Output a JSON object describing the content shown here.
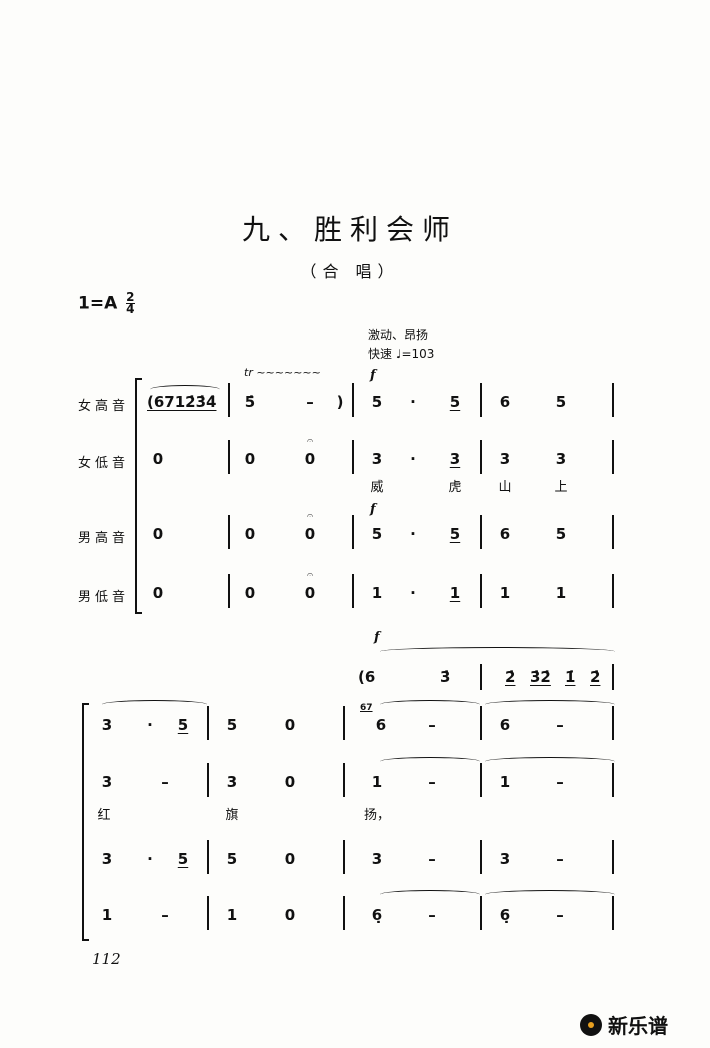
{
  "title": "九、胜利会师",
  "subtitle": "（合 唱）",
  "key": "1=A",
  "time_signature": {
    "top": "2",
    "bottom": "4"
  },
  "tempo": {
    "expression": "激动、昂扬",
    "speed": "快速 ♩=103"
  },
  "dynamic": "f",
  "trill": "tr ~~~~~~~",
  "fermata": "𝄐",
  "systems": [
    {
      "rows": [
        {
          "label": "女高音",
          "notes": [
            {
              "t": "(6712̇3̇4̇",
              "u": true
            },
            {
              "t": "5̇"
            },
            {
              "t": "–"
            },
            {
              "t": ")"
            },
            {
              "t": "5"
            },
            {
              "t": "·"
            },
            {
              "t": "5",
              "u": true
            },
            {
              "t": "6"
            },
            {
              "t": "5"
            }
          ]
        },
        {
          "label": "女低音",
          "notes": [
            {
              "t": "0"
            },
            {
              "t": "0"
            },
            {
              "t": "0"
            },
            {
              "t": "3"
            },
            {
              "t": "·"
            },
            {
              "t": "3",
              "u": true
            },
            {
              "t": "3"
            },
            {
              "t": "3"
            }
          ],
          "lyrics": [
            "威",
            "虎",
            "山",
            "上"
          ]
        },
        {
          "label": "男高音",
          "notes": [
            {
              "t": "0"
            },
            {
              "t": "0"
            },
            {
              "t": "0"
            },
            {
              "t": "5"
            },
            {
              "t": "·"
            },
            {
              "t": "5",
              "u": true
            },
            {
              "t": "6"
            },
            {
              "t": "5"
            }
          ]
        },
        {
          "label": "男低音",
          "notes": [
            {
              "t": "0"
            },
            {
              "t": "0"
            },
            {
              "t": "0"
            },
            {
              "t": "1"
            },
            {
              "t": "·"
            },
            {
              "t": "1",
              "u": true
            },
            {
              "t": "1"
            },
            {
              "t": "1"
            }
          ]
        }
      ]
    },
    {
      "accompaniment": [
        {
          "t": "(6"
        },
        {
          "t": "3̇"
        },
        {
          "t": "2̇",
          "u": true
        },
        {
          "t": "3̇2̇",
          "u": true
        },
        {
          "t": "1̇",
          "u": true
        },
        {
          "t": "2̇",
          "u": true
        }
      ],
      "grace": "67",
      "rows": [
        {
          "notes": [
            {
              "t": "3"
            },
            {
              "t": "·"
            },
            {
              "t": "5",
              "u": true
            },
            {
              "t": "5"
            },
            {
              "t": "0"
            },
            {
              "t": "6"
            },
            {
              "t": "–"
            },
            {
              "t": "6"
            },
            {
              "t": "–"
            }
          ]
        },
        {
          "notes": [
            {
              "t": "3"
            },
            {
              "t": "–"
            },
            {
              "t": "3"
            },
            {
              "t": "0"
            },
            {
              "t": "1"
            },
            {
              "t": "–"
            },
            {
              "t": "1"
            },
            {
              "t": "–"
            }
          ],
          "lyrics": [
            "红",
            "旗",
            "扬，"
          ]
        },
        {
          "notes": [
            {
              "t": "3"
            },
            {
              "t": "·"
            },
            {
              "t": "5",
              "u": true
            },
            {
              "t": "5"
            },
            {
              "t": "0"
            },
            {
              "t": "3"
            },
            {
              "t": "–"
            },
            {
              "t": "3"
            },
            {
              "t": "–"
            }
          ]
        },
        {
          "notes": [
            {
              "t": "1"
            },
            {
              "t": "–"
            },
            {
              "t": "1"
            },
            {
              "t": "0"
            },
            {
              "t": "6̣"
            },
            {
              "t": "–"
            },
            {
              "t": "6̣"
            },
            {
              "t": "–"
            }
          ]
        }
      ]
    }
  ],
  "page_number": "112",
  "watermark": "新乐谱"
}
